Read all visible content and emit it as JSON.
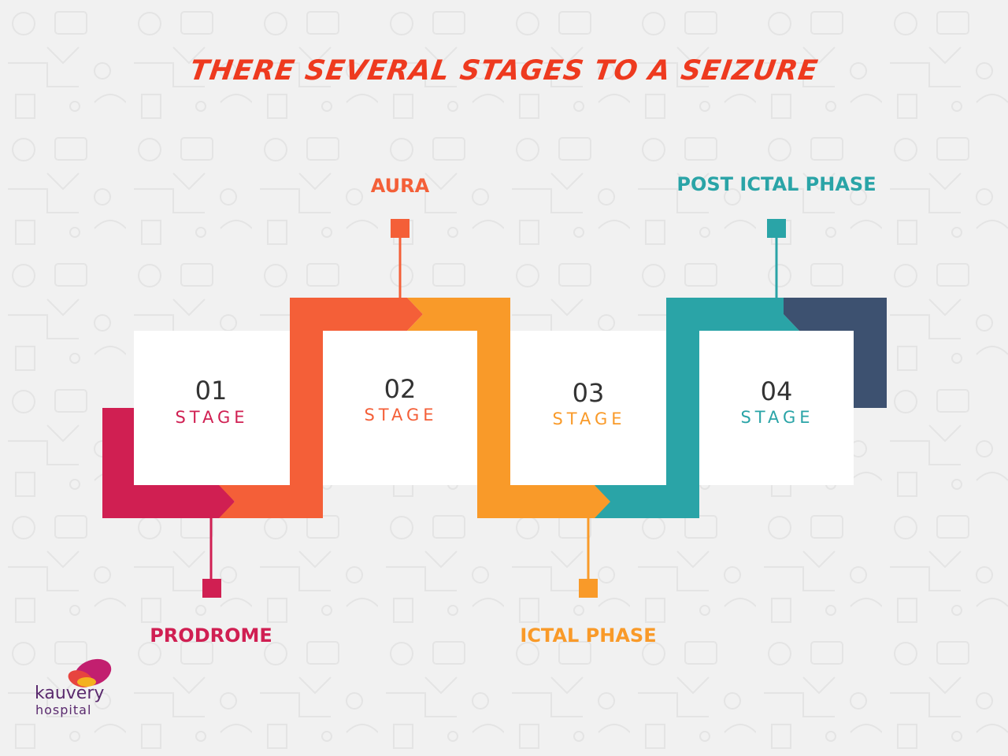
{
  "title": "THERE SEVERAL STAGES TO A SEIZURE",
  "stages": [
    {
      "number": "01",
      "label": "STAGE",
      "phase": "PRODROME",
      "color": "#d01f52"
    },
    {
      "number": "02",
      "label": "STAGE",
      "phase": "AURA",
      "color": "#f45f38"
    },
    {
      "number": "03",
      "label": "STAGE",
      "phase": "ICTAL PHASE",
      "color": "#f99a29"
    },
    {
      "number": "04",
      "label": "STAGE",
      "phase": "POST ICTAL PHASE",
      "color": "#2aa4a7"
    }
  ],
  "end_color": "#3d5170",
  "logo": {
    "name": "kauvery",
    "subtitle": "hospital"
  }
}
